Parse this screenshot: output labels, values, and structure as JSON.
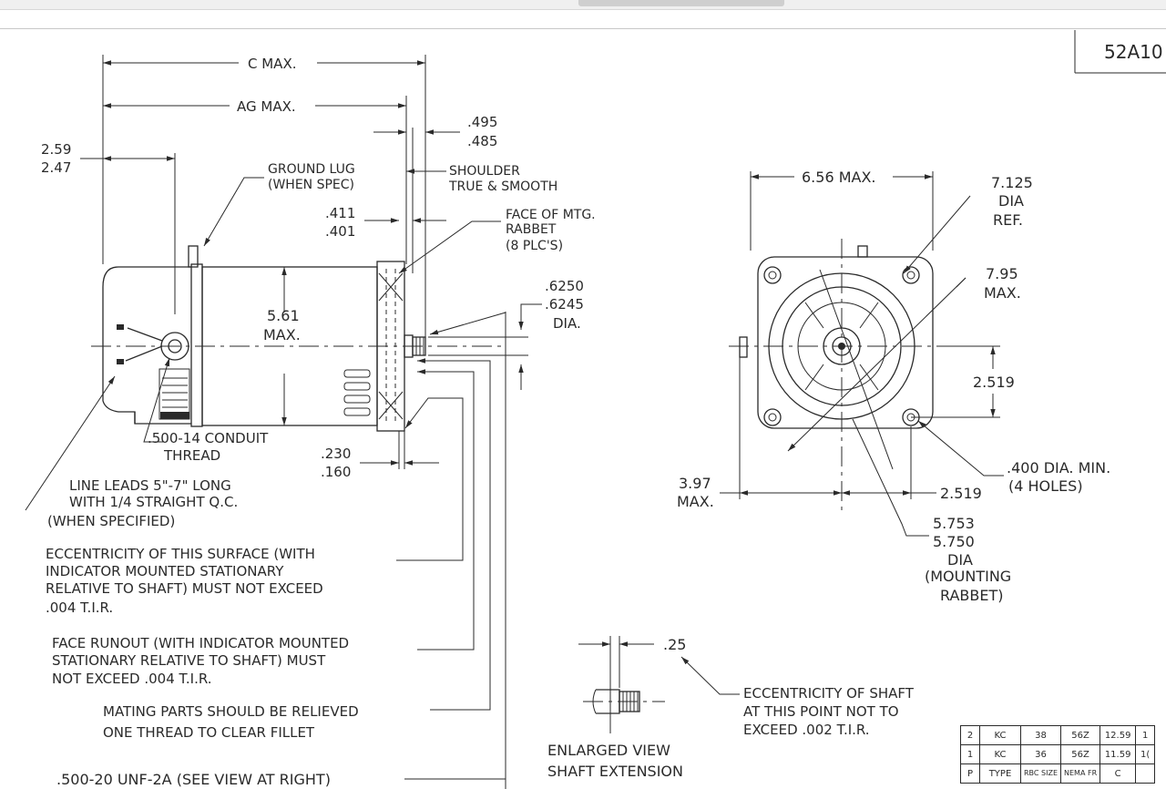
{
  "title_block": {
    "drawing_no": "52A10"
  },
  "dimensions": {
    "c_max": "C MAX.",
    "ag_max": "AG MAX.",
    "d_2_59": "2.59",
    "d_2_47": "2.47",
    "d_495": ".495",
    "d_485": ".485",
    "ground_lug_1": "GROUND LUG",
    "ground_lug_2": "(WHEN SPEC)",
    "shoulder_1": "SHOULDER",
    "shoulder_2": "TRUE & SMOOTH",
    "d_411": ".411",
    "d_401": ".401",
    "face_mtg_1": "FACE OF MTG.",
    "face_mtg_2": "RABBET",
    "face_mtg_3": "(8 PLC'S)",
    "d_6250": ".6250",
    "d_6245": ".6245",
    "dia": "DIA.",
    "d_5_61": "5.61",
    "max": "MAX.",
    "conduit_1": ".500-14 CONDUIT",
    "conduit_2": "THREAD",
    "d_230": ".230",
    "d_160": ".160",
    "line_leads_1": "LINE LEADS 5\"-7\" LONG",
    "line_leads_2": "WITH 1/4 STRAIGHT Q.C.",
    "line_leads_3": "(WHEN SPECIFIED)",
    "d_6_56": "6.56 MAX.",
    "d_7_125": "7.125",
    "dia_short": "DIA",
    "ref": "REF.",
    "d_7_95": "7.95",
    "max2": "MAX.",
    "d_2_519a": "2.519",
    "d_2_519b": "2.519",
    "d_3_97": "3.97",
    "max3": "MAX.",
    "holes_1": ".400 DIA. MIN.",
    "holes_2": "(4 HOLES)",
    "d_5_753": "5.753",
    "d_5_750": "5.750",
    "dia2": "DIA",
    "mounting_1": "(MOUNTING",
    "mounting_2": "RABBET)",
    "d_25": ".25"
  },
  "notes": {
    "eccentricity_1": "ECCENTRICITY OF THIS SURFACE (WITH",
    "eccentricity_2": "INDICATOR MOUNTED STATIONARY",
    "eccentricity_3": "RELATIVE TO SHAFT) MUST NOT EXCEED",
    "eccentricity_4": ".004 T.I.R.",
    "runout_1": "FACE RUNOUT (WITH INDICATOR MOUNTED",
    "runout_2": "STATIONARY RELATIVE TO SHAFT) MUST",
    "runout_3": "NOT EXCEED .004 T.I.R.",
    "mating_1": "MATING PARTS SHOULD BE RELIEVED",
    "mating_2": "ONE THREAD TO CLEAR FILLET",
    "thread": ".500-20 UNF-2A (SEE VIEW AT RIGHT)",
    "shaft_ecc_1": "ECCENTRICITY OF SHAFT",
    "shaft_ecc_2": "AT THIS POINT NOT TO",
    "shaft_ecc_3": "EXCEED .002 T.I.R.",
    "enlarged_1": "ENLARGED VIEW",
    "enlarged_2": "SHAFT EXTENSION"
  },
  "table": {
    "rows": [
      [
        "2",
        "KC",
        "38",
        "56Z",
        "12.59",
        "1"
      ],
      [
        "1",
        "KC",
        "36",
        "56Z",
        "11.59",
        "1("
      ],
      [
        "P",
        "TYPE",
        "RBC SIZE",
        "NEMA FR",
        "C",
        ""
      ]
    ]
  }
}
